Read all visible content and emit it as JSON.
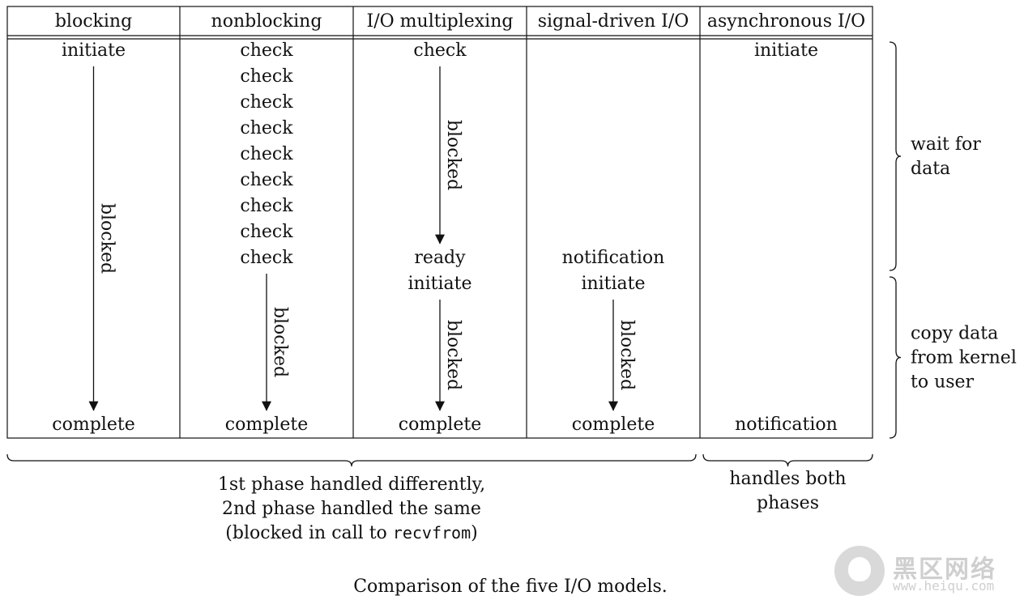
{
  "columns": [
    {
      "header": "blocking",
      "items": [
        {
          "text": "initiate",
          "row": 0
        },
        {
          "text": "complete",
          "row": "end"
        }
      ],
      "arrows": [
        {
          "from": "initiate",
          "to": "complete",
          "label": "blocked"
        }
      ]
    },
    {
      "header": "nonblocking",
      "items": [
        {
          "text": "check",
          "row": 0
        },
        {
          "text": "check",
          "row": 1
        },
        {
          "text": "check",
          "row": 2
        },
        {
          "text": "check",
          "row": 3
        },
        {
          "text": "check",
          "row": 4
        },
        {
          "text": "check",
          "row": 5
        },
        {
          "text": "check",
          "row": 6
        },
        {
          "text": "check",
          "row": 7
        },
        {
          "text": "check",
          "row": 8
        },
        {
          "text": "complete",
          "row": "end"
        }
      ],
      "arrows": [
        {
          "from": "check",
          "to": "complete",
          "label": "blocked"
        }
      ]
    },
    {
      "header": "I/O multiplexing",
      "items": [
        {
          "text": "check",
          "row": 0
        },
        {
          "text": "ready",
          "row": 8
        },
        {
          "text": "initiate",
          "row": 9
        },
        {
          "text": "complete",
          "row": "end"
        }
      ],
      "arrows": [
        {
          "from": "check",
          "to": "ready",
          "label": "blocked"
        },
        {
          "from": "initiate",
          "to": "complete",
          "label": "blocked"
        }
      ]
    },
    {
      "header": "signal-driven I/O",
      "items": [
        {
          "text": "notification",
          "row": 8
        },
        {
          "text": "initiate",
          "row": 9
        },
        {
          "text": "complete",
          "row": "end"
        }
      ],
      "arrows": [
        {
          "from": "initiate",
          "to": "complete",
          "label": "blocked"
        }
      ]
    },
    {
      "header": "asynchronous I/O",
      "items": [
        {
          "text": "initiate",
          "row": 0
        },
        {
          "text": "notification",
          "row": "end"
        }
      ],
      "arrows": []
    }
  ],
  "right_braces": [
    {
      "lines": [
        "wait for",
        "data"
      ]
    },
    {
      "lines": [
        "copy data",
        "from kernel",
        "to user"
      ]
    }
  ],
  "bottom_braces": [
    {
      "lines": [
        "1st phase handled differently,",
        "2nd phase handled the same"
      ],
      "last_line": {
        "before": "(blocked in call to ",
        "code": "recvfrom",
        "after": ")"
      }
    },
    {
      "lines": [
        "handles both",
        "phases"
      ]
    }
  ],
  "caption": "Comparison of the five I/O models.",
  "watermark": {
    "text": "黑区网络",
    "url": "www.heiqu.com",
    "icon": "mushroom-logo-icon"
  }
}
